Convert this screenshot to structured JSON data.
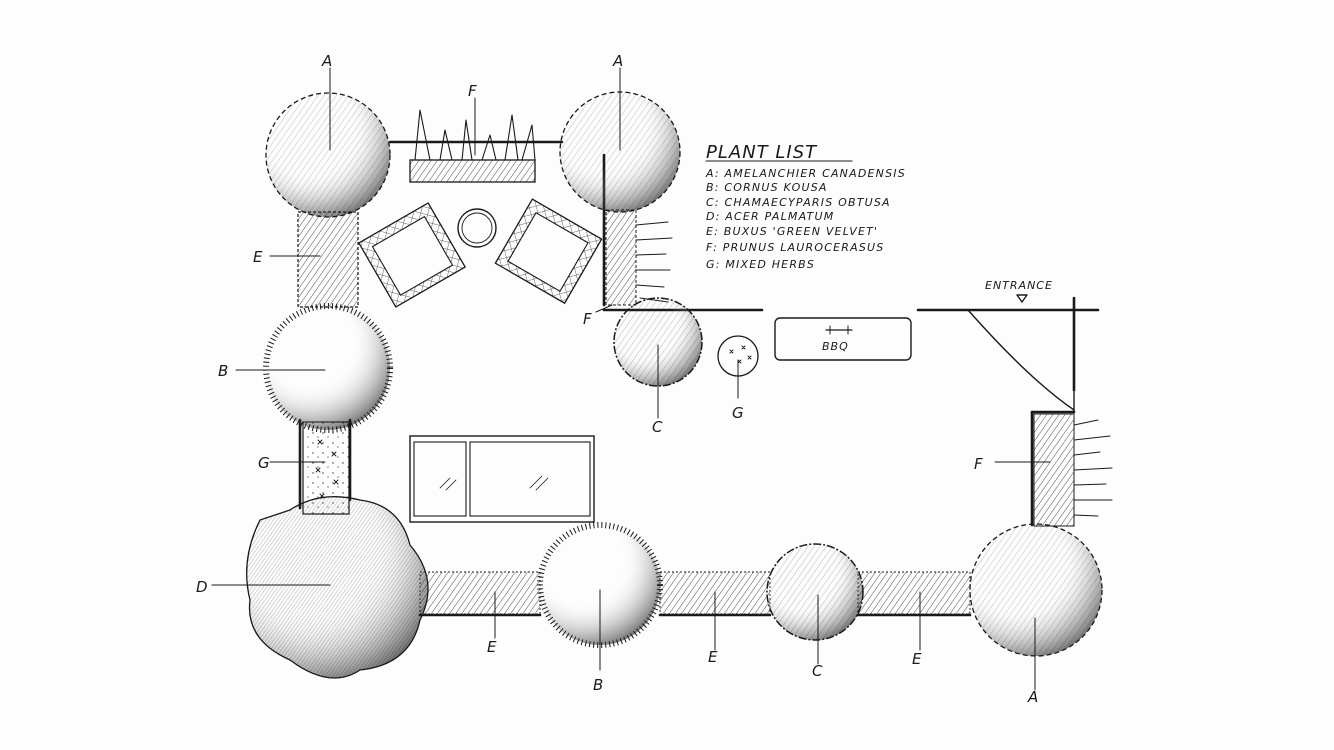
{
  "legend": {
    "title": "PLANT LIST",
    "items": [
      "A: AMELANCHIER CANADENSIS",
      "B: CORNUS KOUSA",
      "C: CHAMAECYPARIS OBTUSA",
      "D: ACER PALMATUM",
      "E: BUXUS 'GREEN VELVET'",
      "F: PRUNUS LAUROCERASUS",
      "G: MIXED HERBS"
    ]
  },
  "annotations": {
    "entrance": "ENTRANCE",
    "bbq": "BBQ"
  },
  "plant_labels": {
    "a_top_left": "A",
    "a_top_right": "A",
    "a_bottom_right": "A",
    "b_left": "B",
    "b_bottom": "B",
    "c_upper": "C",
    "c_bottom": "C",
    "d_bottom_left": "D",
    "e_left": "E",
    "e_bottom_1": "E",
    "e_bottom_2": "E",
    "e_bottom_3": "E",
    "f_top": "F",
    "f_mid": "F",
    "f_right": "F",
    "g_left": "G",
    "g_pot": "G"
  }
}
